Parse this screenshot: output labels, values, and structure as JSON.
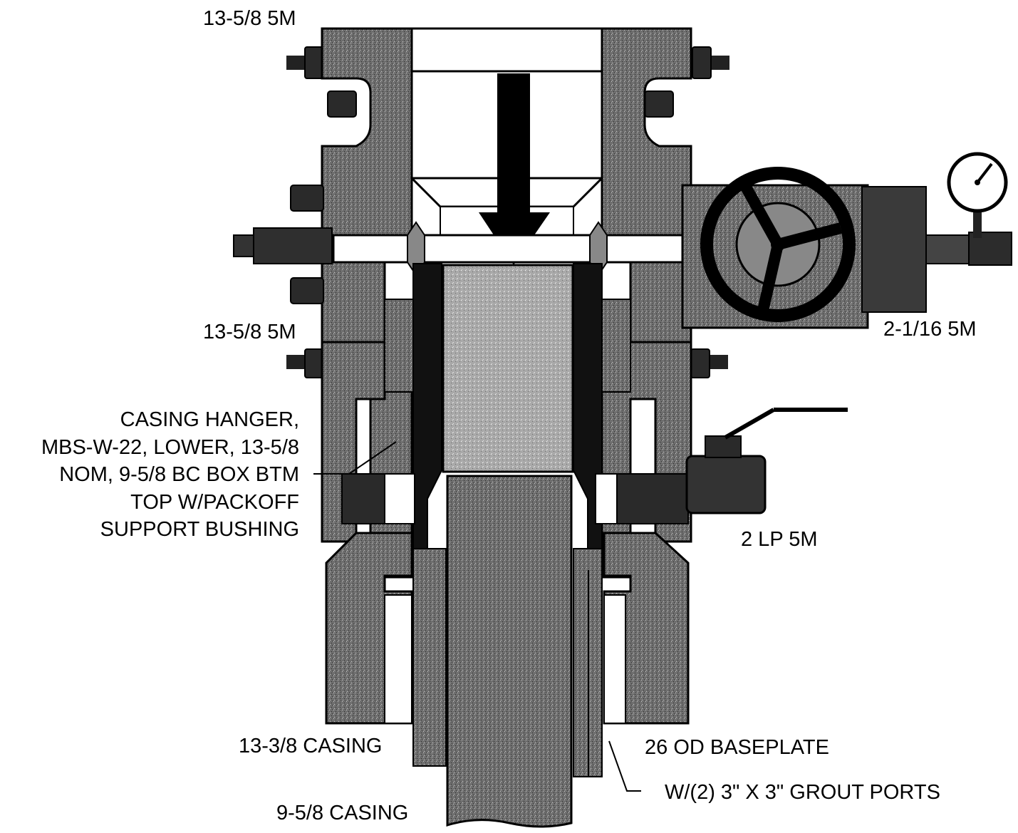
{
  "diagram": {
    "labels": {
      "flange_top": "13-5/8 5M",
      "flange_middle": "13-5/8 5M",
      "side_outlet_valve": "2-1/16 5M",
      "casing_hanger": [
        "CASING HANGER,",
        "MBS-W-22, LOWER, 13-5/8",
        "NOM, 9-5/8 BC BOX BTM",
        "TOP W/PACKOFF",
        "SUPPORT BUSHING"
      ],
      "lower_outlet": "2 LP 5M",
      "outer_casing": "13-3/8 CASING",
      "baseplate": "26 OD BASEPLATE",
      "grout_ports": "W/(2) 3\" X 3\" GROUT PORTS",
      "inner_casing": "9-5/8 CASING"
    },
    "colors": {
      "line": "#000000",
      "body": "#6e6e6e",
      "body_light": "#a9a9a9",
      "background": "#ffffff"
    }
  }
}
